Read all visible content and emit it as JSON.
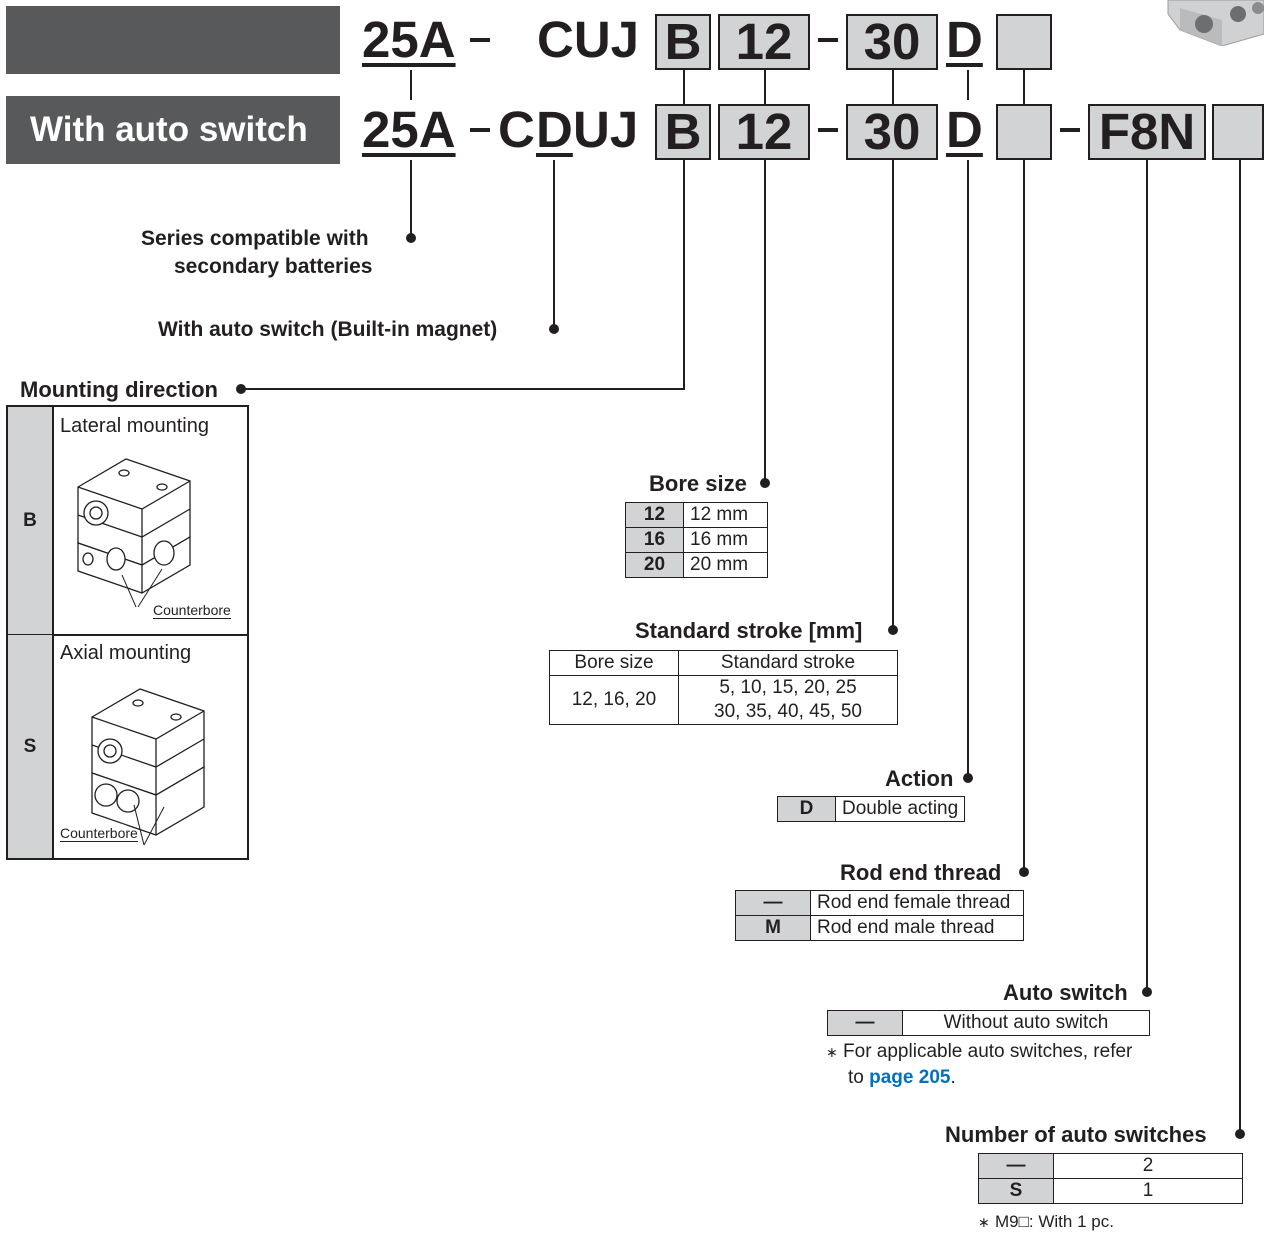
{
  "header": {
    "with_auto_switch_label": "With auto switch"
  },
  "row1": {
    "prefix": "25A",
    "dash1": "–",
    "series": "CUJ",
    "mounting": "B",
    "bore": "12",
    "dash2": "–",
    "stroke": "30",
    "action": "D"
  },
  "row2": {
    "prefix": "25A",
    "dash1": "–",
    "series_c": "C",
    "series_d": "D",
    "series_rest": "UJ",
    "mounting": "B",
    "bore": "12",
    "dash2": "–",
    "stroke": "30",
    "action": "D",
    "dash3": "–",
    "switch": "F8N"
  },
  "labels": {
    "series_compatible": "Series compatible with",
    "series_compatible_2": "secondary batteries",
    "with_auto_switch_magnet": "With auto switch (Built-in magnet)",
    "mounting_direction": "Mounting direction",
    "bore_size": "Bore size",
    "standard_stroke": "Standard stroke [mm]",
    "action": "Action",
    "rod_end_thread": "Rod end thread",
    "auto_switch": "Auto switch",
    "number_of_auto_switches": "Number of auto switches"
  },
  "mounting_options": [
    {
      "key": "B",
      "title": "Lateral mounting",
      "callout": "Counterbore"
    },
    {
      "key": "S",
      "title": "Axial mounting",
      "callout": "Counterbore"
    }
  ],
  "bore_table": [
    {
      "key": "12",
      "value": "12 mm"
    },
    {
      "key": "16",
      "value": "16 mm"
    },
    {
      "key": "20",
      "value": "20 mm"
    }
  ],
  "stroke_table": {
    "headers": [
      "Bore size",
      "Standard stroke"
    ],
    "bore": "12, 16, 20",
    "stroke_line1": "5, 10, 15, 20, 25",
    "stroke_line2": "30, 35, 40, 45, 50"
  },
  "action_table": [
    {
      "key": "D",
      "value": "Double acting"
    }
  ],
  "rod_table": [
    {
      "key": "—",
      "value": "Rod end female thread"
    },
    {
      "key": "M",
      "value": "Rod end male thread"
    }
  ],
  "auto_switch_table": [
    {
      "key": "—",
      "value": "Without auto switch"
    }
  ],
  "auto_switch_note": {
    "asterisk": "∗",
    "text1": "For applicable auto switches, refer",
    "text2": "to ",
    "link": "page 205",
    "text3": "."
  },
  "num_switch_table": [
    {
      "key": "—",
      "value": "2"
    },
    {
      "key": "S",
      "value": "1"
    }
  ],
  "num_switch_note": {
    "asterisk": "∗",
    "text": "M9□: With 1 pc."
  }
}
